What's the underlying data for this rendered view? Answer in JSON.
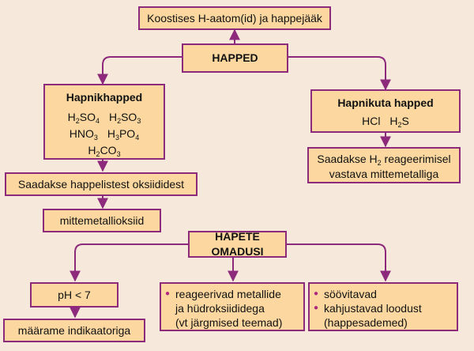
{
  "top": {
    "composition": "Koostises H-aatom(id) ja happejääk"
  },
  "acids": {
    "title": "HAPPED"
  },
  "oxyacids": {
    "title": "Hapnikhapped",
    "formulas": [
      [
        {
          "p": [
            "H",
            "2",
            "SO",
            "4"
          ]
        },
        {
          "p": [
            "H",
            "2",
            "SO",
            "3"
          ]
        }
      ],
      [
        {
          "p": [
            "HNO",
            "3"
          ]
        },
        {
          "p": [
            "H",
            "3",
            "PO",
            "4"
          ]
        }
      ],
      [
        {
          "p": [
            "H",
            "2",
            "CO",
            "3"
          ]
        }
      ]
    ],
    "obtained": "Saadakse happelistest oksiididest",
    "source": "mittemetallioksiid"
  },
  "nonoxy": {
    "title": "Hapnikuta happed",
    "formula1": "HCl",
    "formula2": {
      "p": [
        "H",
        "2",
        "S"
      ]
    },
    "obtained_a": "Saadakse H",
    "obtained_sub": "2",
    "obtained_b": " reageerimisel",
    "obtained_line2": "vastava  mittemetalliga"
  },
  "properties": {
    "title": "HAPETE OMADUSI",
    "ph": "pH < 7",
    "indicator": "määrame indikaatoriga",
    "react_line1": "reageerivad metallide",
    "react_line2": "ja hüdroksiididega",
    "react_line3": "(vt järgmised teemad)",
    "corrosive": "söövitavad",
    "harm_line1": "kahjustavad loodust",
    "harm_line2": "(happesademed)"
  },
  "colors": {
    "border": "#8e2a7c",
    "fill": "#fcd8a0",
    "background": "#f6e9dc",
    "bullet": "#b0267e"
  }
}
